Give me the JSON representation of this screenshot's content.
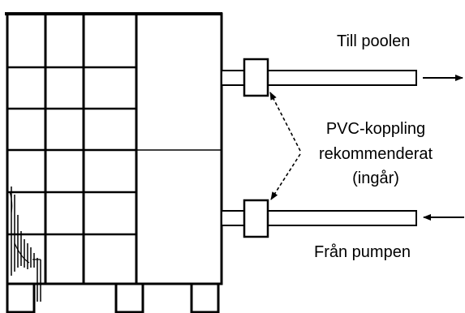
{
  "labels": {
    "outlet": "Till poolen",
    "inlet": "Från pumpen",
    "coupling": [
      "PVC-koppling",
      "rekommenderat",
      "(ingår)"
    ]
  },
  "colors": {
    "line": "#000000",
    "background": "#ffffff"
  }
}
